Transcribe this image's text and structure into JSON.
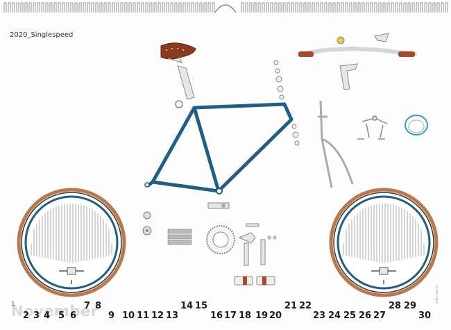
{
  "title": "2020_Singlespeed",
  "month": "November",
  "first_day": "1",
  "days": [
    "2",
    "3",
    "4",
    "5",
    "6",
    "7",
    "8",
    "9",
    "10",
    "11",
    "12",
    "13",
    "14",
    "15",
    "16",
    "17",
    "18",
    "19",
    "20",
    "21",
    "22",
    "23",
    "24",
    "25",
    "26",
    "27",
    "28",
    "29",
    "30"
  ],
  "credit": "© bike-fabrik",
  "colors": {
    "frame": "#1f5f85",
    "tire": "#b8794e",
    "rim": "#1f5f85",
    "saddle": "#8b3a1f",
    "grip": "#a44b2b"
  },
  "icon_names": [
    "spiral-binding",
    "bicycle-frame",
    "saddle",
    "seatpost",
    "handlebar",
    "stem",
    "fork",
    "brake-caliper",
    "brake-cable",
    "chainring",
    "crankset",
    "pedals",
    "bearings",
    "chain",
    "front-wheel",
    "rear-wheel"
  ]
}
